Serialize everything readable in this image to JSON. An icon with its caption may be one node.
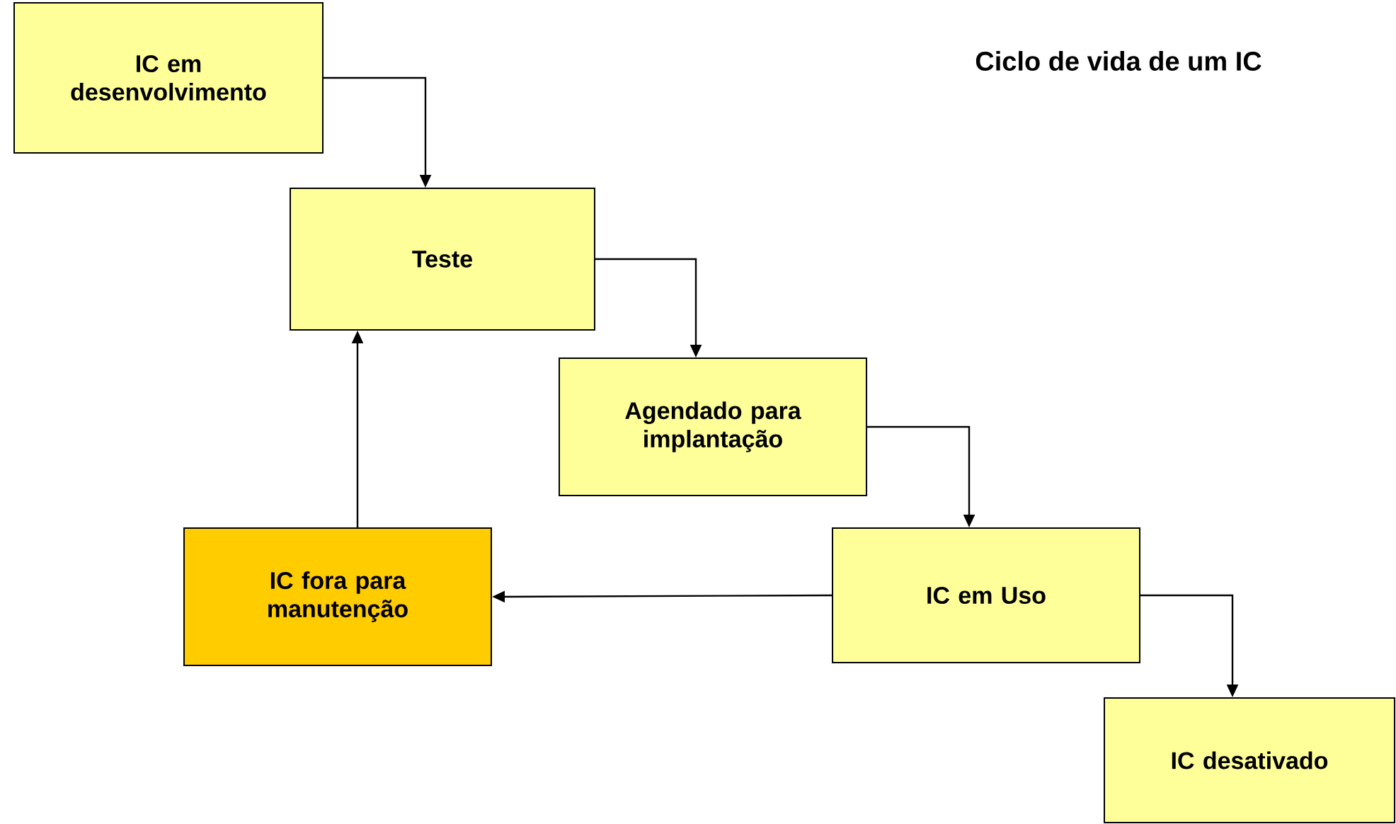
{
  "diagram": {
    "title": "Ciclo de vida de um IC",
    "nodes": [
      {
        "text": [
          "IC em desenvolvimento"
        ]
      },
      {
        "text": [
          "Teste"
        ]
      },
      {
        "text": [
          "Agendado para implantação"
        ]
      },
      {
        "text": [
          "IC fora para manutenção"
        ]
      },
      {
        "text": [
          "IC em Uso"
        ]
      },
      {
        "text": [
          "IC desativado"
        ]
      }
    ],
    "edges": [
      {
        "from": 0,
        "to": 1,
        "arrow": "to"
      },
      {
        "from": 1,
        "to": 2,
        "arrow": "to"
      },
      {
        "from": 2,
        "to": 4,
        "arrow": "to"
      },
      {
        "from": 4,
        "to": 5,
        "arrow": "to"
      },
      {
        "from": 4,
        "to": 3,
        "arrow": "to"
      },
      {
        "from": 3,
        "to": 1,
        "arrow": "to"
      }
    ]
  }
}
